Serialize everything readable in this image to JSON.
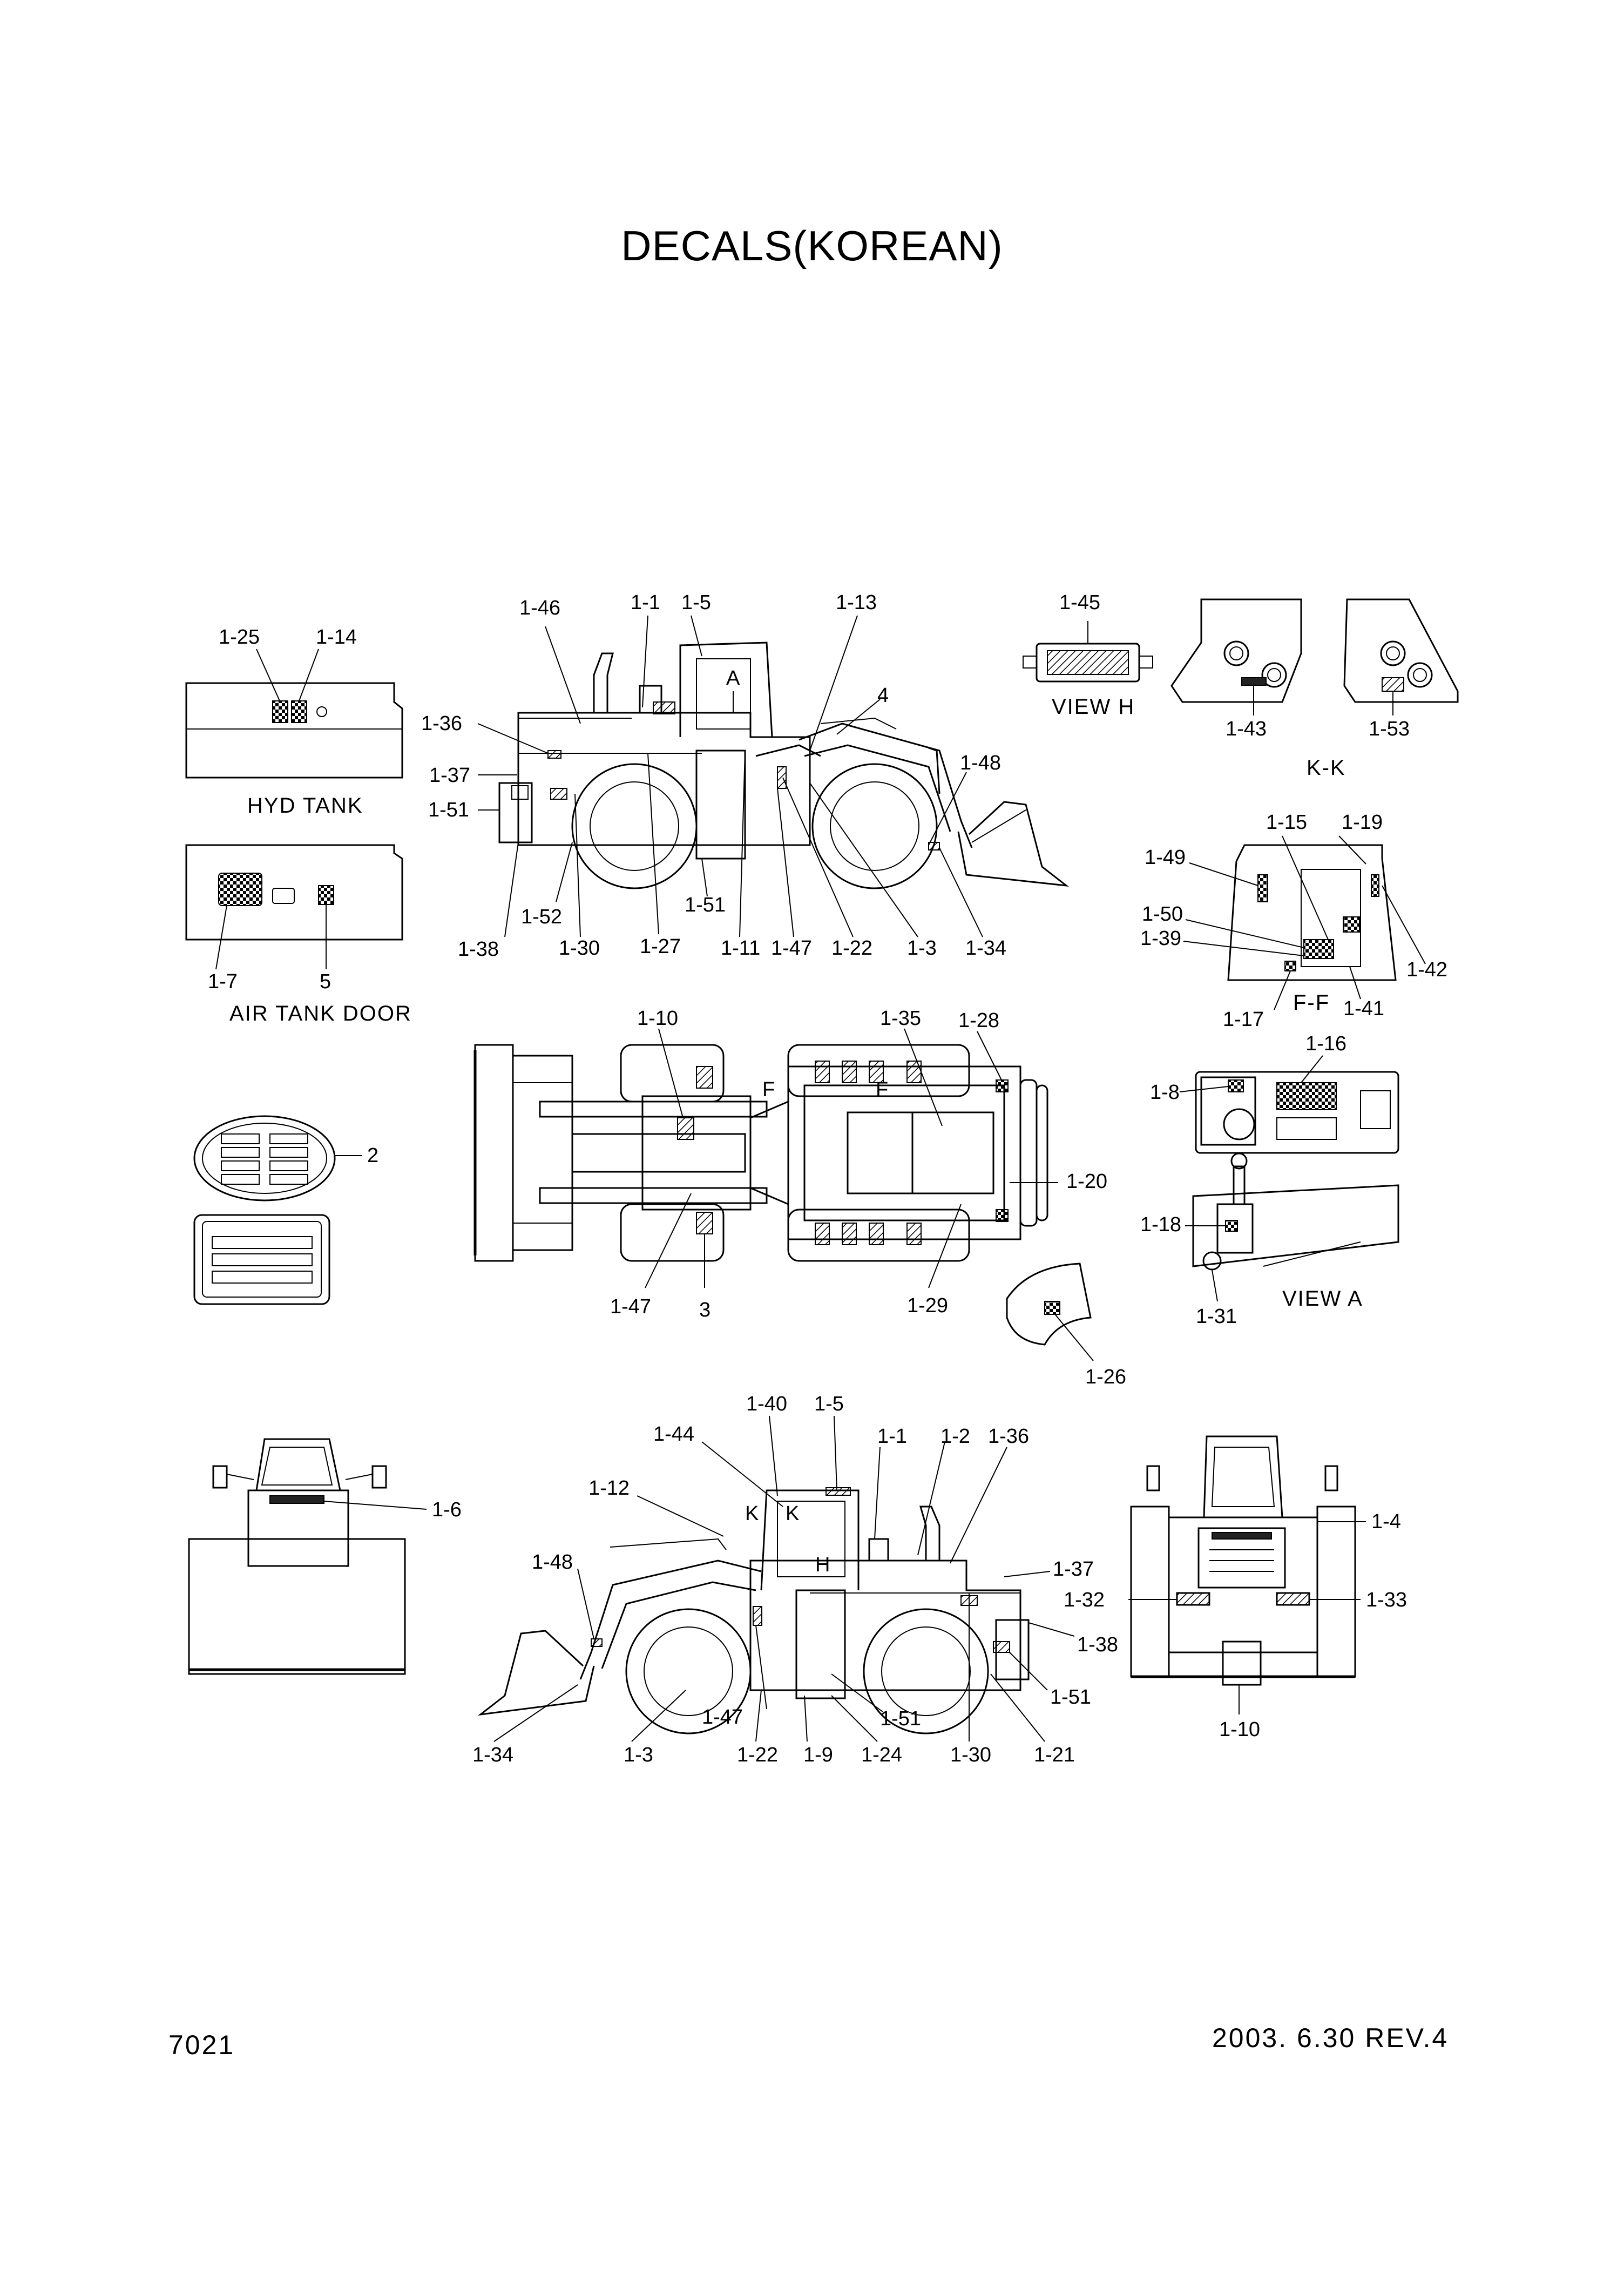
{
  "title": "DECALS(KOREAN)",
  "page_number": "7021",
  "footer_date": "2003. 6.30  REV.4",
  "captions": {
    "hyd_tank": "HYD TANK",
    "air_tank_door": "AIR TANK DOOR",
    "view_h": "VIEW H",
    "kk": "K-K",
    "ff": "F-F",
    "view_a": "VIEW A"
  },
  "view_markers": {
    "a": "A",
    "f": "F",
    "h": "H",
    "k": "K"
  },
  "callouts": {
    "hyd_tank": [
      "1-25",
      "1-14"
    ],
    "air_tank_door": [
      "1-7",
      "5"
    ],
    "plates": [
      "2"
    ],
    "side_left": [
      "1-46",
      "1-1",
      "1-5",
      "1-13",
      "4",
      "1-36",
      "1-37",
      "1-51",
      "1-48",
      "1-52",
      "1-51",
      "1-38",
      "1-30",
      "1-27",
      "1-11",
      "1-47",
      "1-22",
      "1-3",
      "1-34"
    ],
    "view_h": [
      "1-45"
    ],
    "kk": [
      "1-43",
      "1-53"
    ],
    "ff": [
      "1-15",
      "1-19",
      "1-49",
      "1-50",
      "1-39",
      "1-42",
      "1-41",
      "1-17"
    ],
    "top": [
      "1-10",
      "1-35",
      "1-28",
      "1-20",
      "1-47",
      "3",
      "1-29"
    ],
    "view_a": [
      "1-16",
      "1-8",
      "1-18",
      "1-31"
    ],
    "detail": [
      "1-26"
    ],
    "front": [
      "1-6"
    ],
    "side_right": [
      "1-40",
      "1-5",
      "1-44",
      "1-1",
      "1-2",
      "1-36",
      "1-12",
      "1-37",
      "1-48",
      "1-38",
      "1-51",
      "1-47",
      "1-51",
      "1-34",
      "1-3",
      "1-22",
      "1-9",
      "1-24",
      "1-30",
      "1-21"
    ],
    "rear": [
      "1-4",
      "1-32",
      "1-33",
      "1-10"
    ]
  }
}
